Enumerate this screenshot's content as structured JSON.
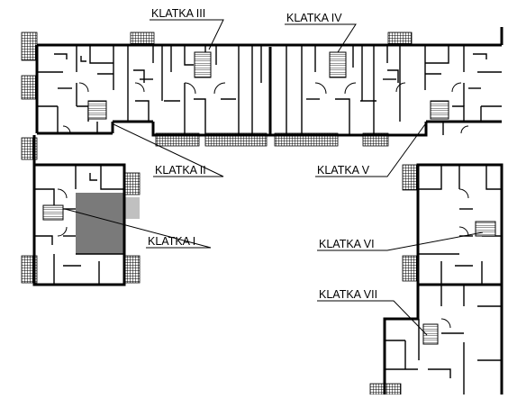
{
  "plan": {
    "labels": {
      "klatka_1": "KLATKA I",
      "klatka_2": "KLATKA II",
      "klatka_3": "KLATKA III",
      "klatka_4": "KLATKA IV",
      "klatka_5": "KLATKA V",
      "klatka_6": "KLATKA VI",
      "klatka_7": "KLATKA VII"
    },
    "colors": {
      "wall": "#000000",
      "background": "#ffffff",
      "highlight_unit": "#7a7a7a",
      "highlight_balcony": "#c0c0c0",
      "hatch": "#000000"
    }
  }
}
